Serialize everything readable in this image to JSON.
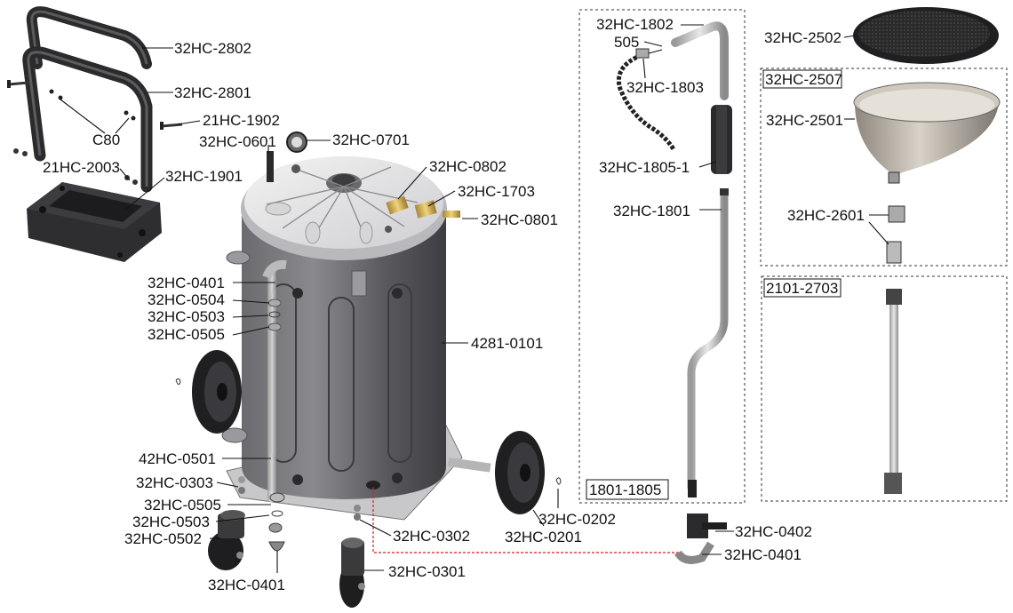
{
  "labels": {
    "l2802": "32HC-2802",
    "l2801": "32HC-2801",
    "l1902": "21HC-1902",
    "c80": "C80",
    "l2003": "21HC-2003",
    "l1901": "32HC-1901",
    "l0601": "32HC-0601",
    "l0701": "32HC-0701",
    "l0802": "32HC-0802",
    "l1703": "32HC-1703",
    "l0801": "32HC-0801",
    "l0401a": "32HC-0401",
    "l0504": "32HC-0504",
    "l0503a": "32HC-0503",
    "l0505a": "32HC-0505",
    "l4281": "4281-0101",
    "l42_0501": "42HC-0501",
    "l0303": "32HC-0303",
    "l0505b": "32HC-0505",
    "l0503b": "32HC-0503",
    "l0502": "32HC-0502",
    "l0401b": "32HC-0401",
    "l0302": "32HC-0302",
    "l0301": "32HC-0301",
    "l0201": "32HC-0201",
    "l0202": "32HC-0202",
    "l1802": "32HC-1802",
    "l505": "505",
    "l1803": "32HC-1803",
    "l1805_1": "32HC-1805-1",
    "l1801": "32HC-1801",
    "box1801": "1801-1805",
    "l0402": "32HC-0402",
    "l0401c": "32HC-0401",
    "l2502": "32HC-2502",
    "box2507": "32HC-2507",
    "l2501": "32HC-2501",
    "l2601": "32HC-2601",
    "box2101": "2101-2703"
  }
}
